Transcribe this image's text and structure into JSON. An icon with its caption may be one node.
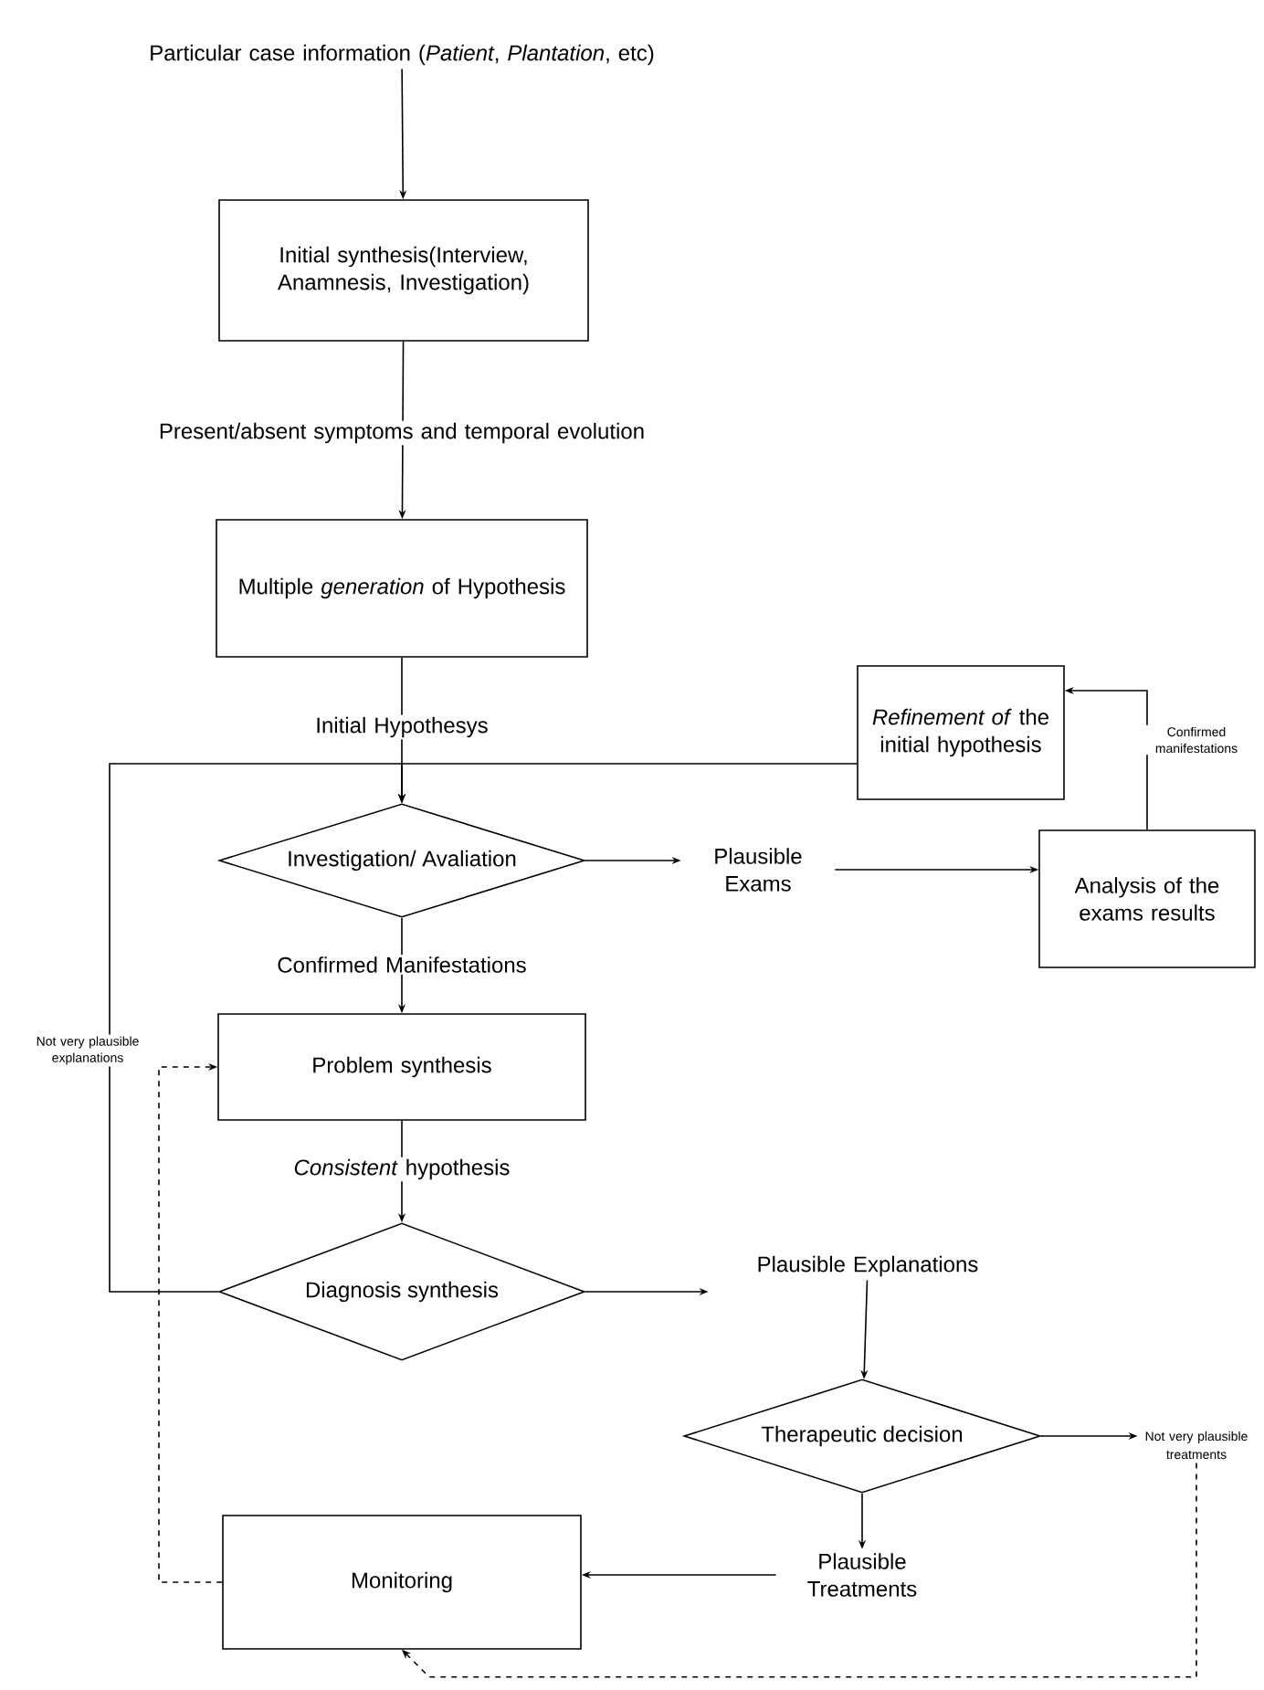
{
  "diagram": {
    "nodes": [
      {
        "text": [
          "Particular case information (*Patient*, *Plantation*, etc)"
        ]
      },
      {
        "text": [
          "Initial synthesis(Interview, Anamnesis, Investigation)"
        ]
      },
      {
        "text": [
          "Multiple *generation* of Hypothesis"
        ]
      },
      {
        "text": [
          "Investigation/ Avaliation"
        ]
      },
      {
        "text": [
          "Plausible Exams"
        ]
      },
      {
        "text": [
          "Analysis of the exams results"
        ]
      },
      {
        "text": [
          "*Refinement of* the initial hypothesis"
        ]
      },
      {
        "text": [
          "Problem synthesis"
        ]
      },
      {
        "text": [
          "Diagnosis synthesis"
        ]
      },
      {
        "text": [
          "Plausible Explanations"
        ]
      },
      {
        "text": [
          "Therapeutic decision"
        ]
      },
      {
        "text": [
          "Not very plausible treatments"
        ]
      },
      {
        "text": [
          "Plausible Treatments"
        ]
      },
      {
        "text": [
          "Monitoring"
        ]
      }
    ],
    "edges": [
      {
        "from": 0,
        "to": 1,
        "arrow": "to"
      },
      {
        "from": 1,
        "to": 2,
        "arrow": "to",
        "label": "Present/absent symptoms and temporal evolution"
      },
      {
        "from": 2,
        "to": 3,
        "arrow": "to",
        "label": "Initial Hypothesys"
      },
      {
        "from": 3,
        "to": 4,
        "arrow": "to"
      },
      {
        "from": 4,
        "to": 5,
        "arrow": "to"
      },
      {
        "from": 5,
        "to": 6,
        "arrow": "to",
        "label": "Confirmed manifestations"
      },
      {
        "from": 6,
        "to": 3,
        "arrow": "to"
      },
      {
        "from": 3,
        "to": 7,
        "arrow": "to",
        "label": "Confirmed Manifestations"
      },
      {
        "from": 7,
        "to": 8,
        "arrow": "to",
        "label": "*Consistent* hypothesis"
      },
      {
        "from": 8,
        "to": 3,
        "arrow": "to",
        "label": "Not very plausible explanations"
      },
      {
        "from": 8,
        "to": 9,
        "arrow": "to"
      },
      {
        "from": 9,
        "to": 10,
        "arrow": "to"
      },
      {
        "from": 10,
        "to": 11,
        "arrow": "to"
      },
      {
        "from": 10,
        "to": 12,
        "arrow": "to"
      },
      {
        "from": 12,
        "to": 13,
        "arrow": "to"
      },
      {
        "from": 11,
        "to": 13,
        "arrow": "to",
        "style": "dashed"
      },
      {
        "from": 13,
        "to": 7,
        "arrow": "to",
        "style": "dashed"
      }
    ]
  }
}
